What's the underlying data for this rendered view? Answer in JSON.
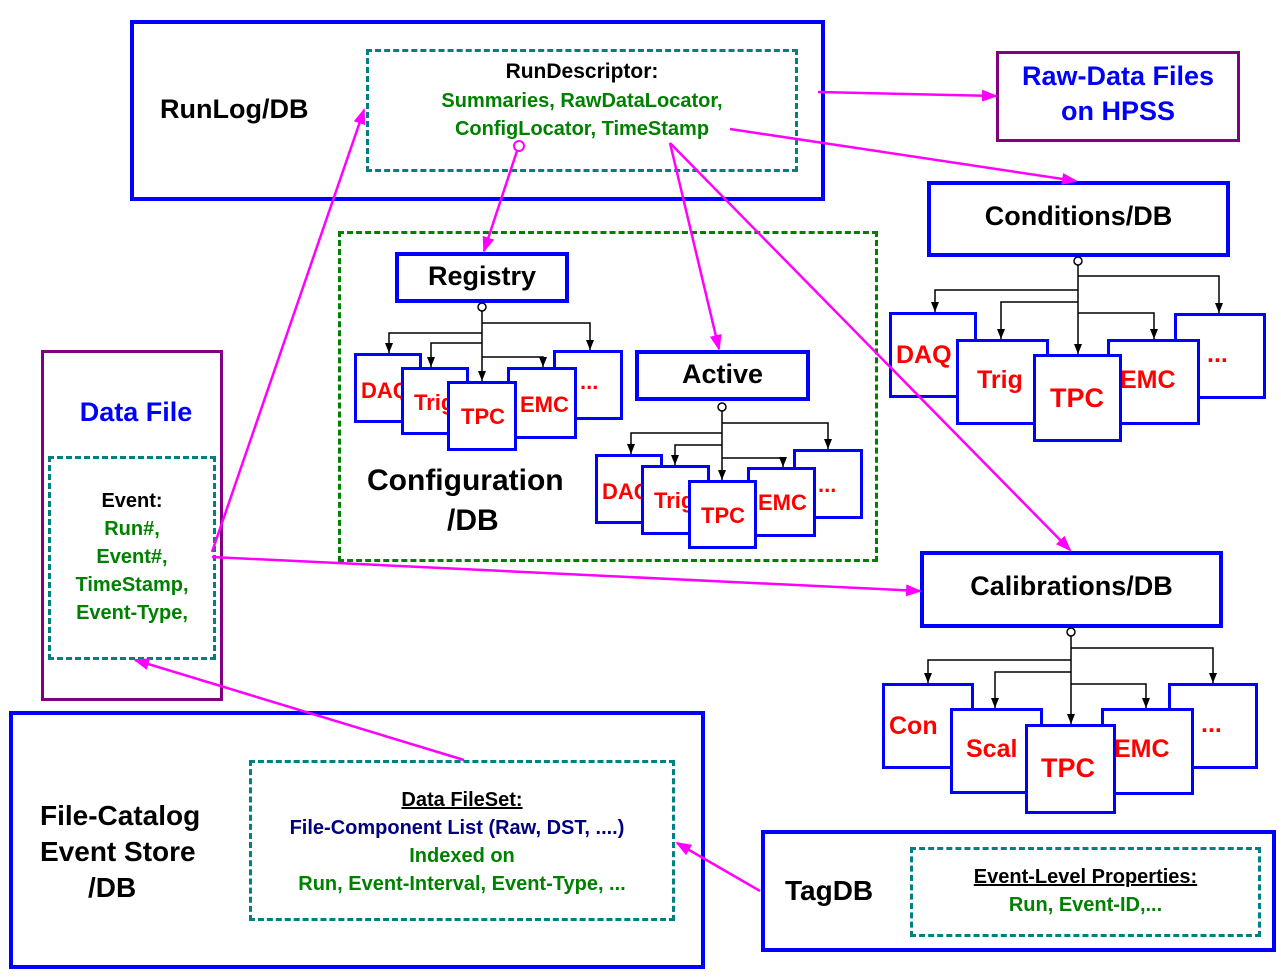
{
  "runlog": {
    "title": "RunLog/DB",
    "descriptor_title": "RunDescriptor:",
    "descriptor_line1": "Summaries, RawDataLocator,",
    "descriptor_line2": "ConfigLocator, TimeStamp"
  },
  "rawdata": {
    "line1": "Raw-Data Files",
    "line2": "on HPSS"
  },
  "conditions": {
    "title": "Conditions/DB",
    "cards": [
      "DAQ",
      "Trig",
      "TPC",
      "EMC",
      "..."
    ]
  },
  "configuration": {
    "title_line1": "Configuration",
    "title_line2": "/DB",
    "registry": {
      "title": "Registry",
      "cards": [
        "DAQ",
        "Trig",
        "TPC",
        "EMC",
        "..."
      ]
    },
    "active": {
      "title": "Active",
      "cards": [
        "DAQ",
        "Trig",
        "TPC",
        "EMC",
        "..."
      ]
    }
  },
  "datafile": {
    "title": "Data File",
    "event_title": "Event:",
    "fields": [
      "Run#,",
      "Event#,",
      "TimeStamp,",
      "Event-Type,"
    ]
  },
  "calibrations": {
    "title": "Calibrations/DB",
    "cards": [
      "Con",
      "Scal",
      "TPC",
      "EMC",
      "..."
    ]
  },
  "filecatalog": {
    "line1": "File-Catalog",
    "line2": "Event Store",
    "line3": "/DB",
    "fileset_title": "Data FileSet:",
    "fileset_line1": "File-Component List (Raw, DST, ....)",
    "fileset_line2": "Indexed on",
    "fileset_line3": "Run, Event-Interval, Event-Type, ..."
  },
  "tagdb": {
    "title": "TagDB",
    "props_title": "Event-Level Properties:",
    "props_line1": "Run, Event-ID,..."
  },
  "colors": {
    "box": "#0000ff",
    "arrow": "#ff00ff",
    "card_text": "#ff0000",
    "green_text": "#008000",
    "purple_box": "#800080",
    "teal_dash": "#008080"
  }
}
